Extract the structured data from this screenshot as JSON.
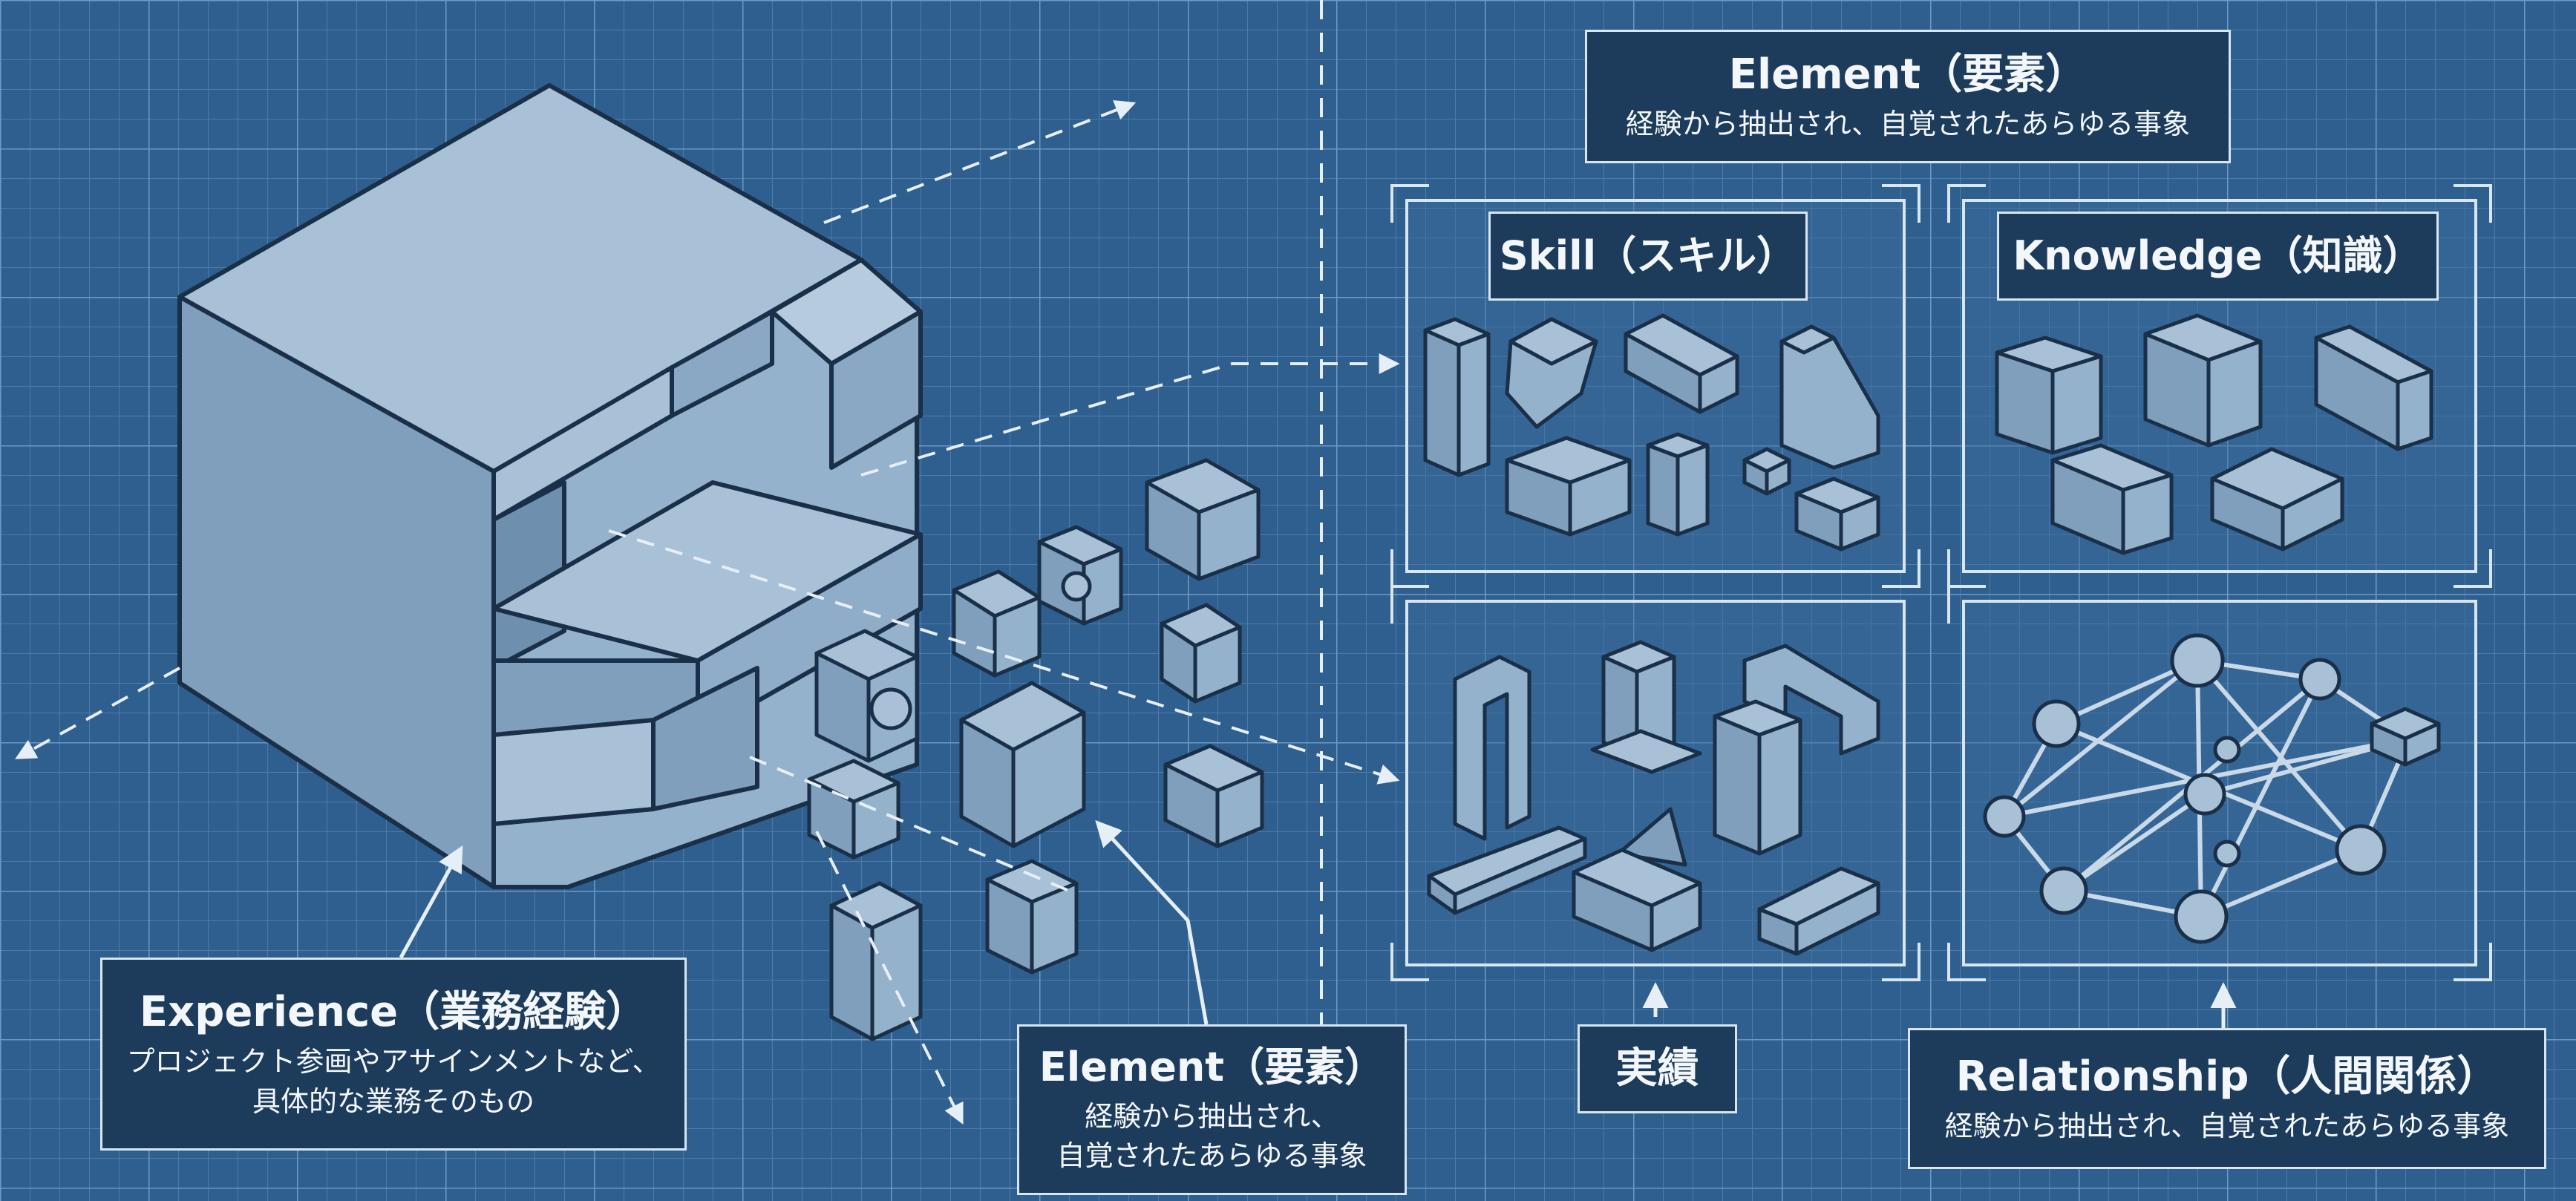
{
  "colors": {
    "background": "#2e5f8f",
    "grid_minor": "#4d7cab",
    "grid_major": "#6f9ac4",
    "cube_top": "#a9c1d6",
    "cube_left": "#7f9fbd",
    "cube_right": "#95b2cc",
    "outline": "#1a2f48",
    "label_bg": "#1d3b5a",
    "label_border": "#d8e6f2",
    "label_text": "#f3f7fb",
    "arrow": "#e6eef6"
  },
  "labels": {
    "element_top": {
      "title": "Element（要素）",
      "subtitle": "経験から抽出され、自覚されたあらゆる事象"
    },
    "skill": {
      "title": "Skill（スキル）"
    },
    "knowledge": {
      "title": "Knowledge（知識）"
    },
    "experience": {
      "title": "Experience（業務経験）",
      "line1": "プロジェクト参画やアサインメントなど、",
      "line2": "具体的な業務そのもの"
    },
    "element_bottom": {
      "title": "Element（要素）",
      "line1": "経験から抽出され、",
      "line2": "自覚されたあらゆる事象"
    },
    "achievement": {
      "title": "実績"
    },
    "relationship": {
      "title": "Relationship（人間関係）",
      "subtitle": "経験から抽出され、自覚されたあらゆる事象"
    }
  },
  "icons": {
    "experience_block": "large-cube-icon",
    "element_pieces": "block-pieces-icon",
    "skill_shapes": "pillar-icon",
    "knowledge_shapes": "box-icon",
    "achievement_shapes": "arch-icon",
    "relationship_network": "network-icon"
  }
}
